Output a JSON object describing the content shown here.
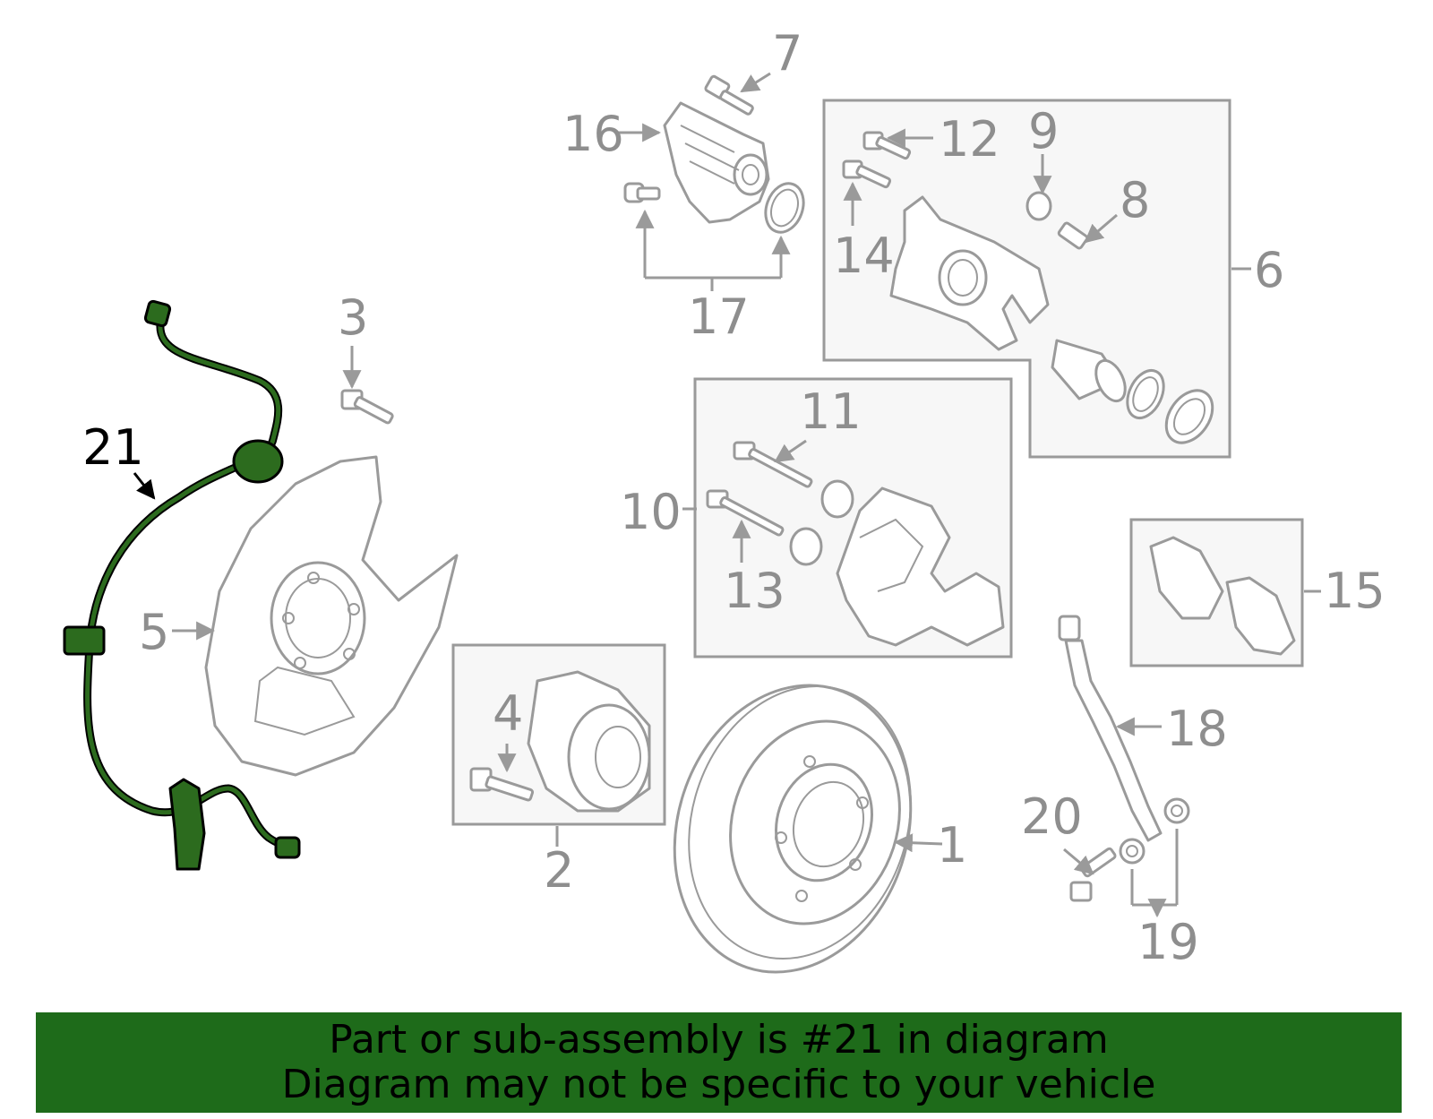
{
  "callouts": {
    "c1": "1",
    "c2": "2",
    "c3": "3",
    "c4": "4",
    "c5": "5",
    "c6": "6",
    "c7": "7",
    "c8": "8",
    "c9": "9",
    "c10": "10",
    "c11": "11",
    "c12": "12",
    "c13": "13",
    "c14": "14",
    "c15": "15",
    "c16": "16",
    "c17": "17",
    "c18": "18",
    "c19": "19",
    "c20": "20",
    "c21": "21"
  },
  "highlighted_part": "21",
  "colors": {
    "highlight": "#2c6b1e",
    "banner": "#1e6b1a",
    "line": "#9a9a9a"
  },
  "banner": {
    "line1": "Part or sub-assembly is #21 in diagram",
    "line2": "Diagram may not be specific to your vehicle"
  }
}
